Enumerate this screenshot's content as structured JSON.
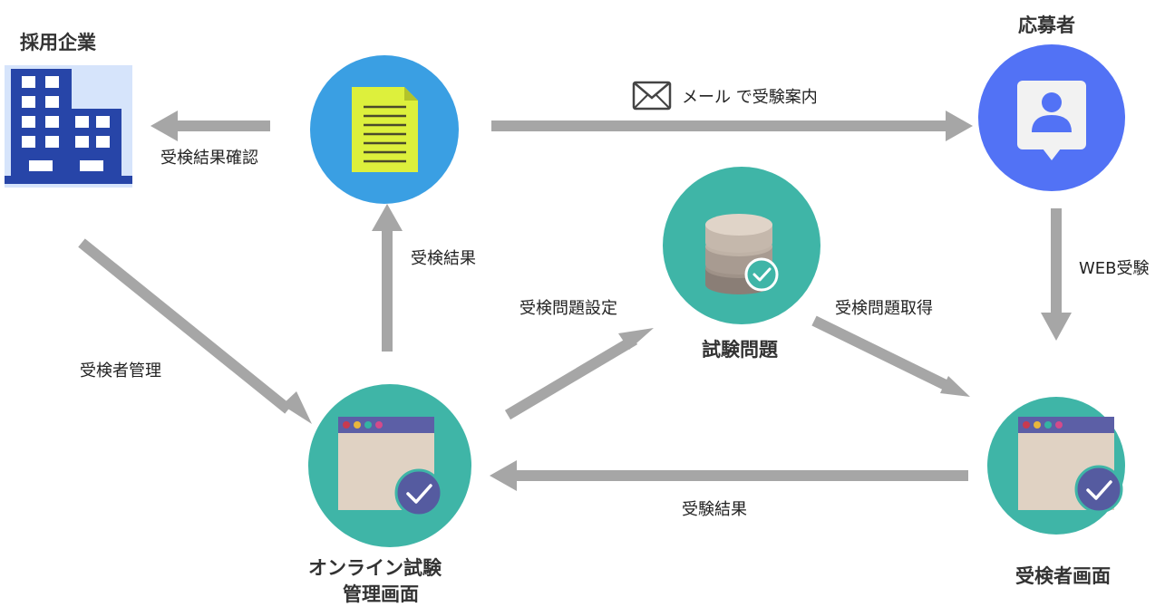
{
  "nodes": {
    "company_title": "採用企業",
    "applicant_title": "応募者",
    "exam_problems_title": "試験問題",
    "admin_title_line1": "オンライン試験",
    "admin_title_line2": "管理画面",
    "examinee_title": "受検者画面"
  },
  "labels": {
    "check_results": "受検結果確認",
    "mail_guide": "メール で受験案内",
    "web_exam": "WEB受験",
    "exam_result_up": "受検結果",
    "set_problems": "受検問題設定",
    "get_problems": "受検問題取得",
    "manage_examinees": "受検者管理",
    "exam_result_back": "受験結果"
  },
  "icons": {
    "company": "office-building-icon",
    "report": "document-icon",
    "applicant": "user-profile-icon",
    "database": "database-check-icon",
    "admin": "browser-window-check-icon",
    "examinee": "browser-window-check-icon",
    "mail": "envelope-icon"
  },
  "colors": {
    "arrow": "#a6a6a6",
    "teal": "#3fb5a7",
    "blue_circle": "#3a9fe3",
    "applicant_circle": "#5272f5",
    "building": "#2745a8",
    "building_bg": "#d6e4fb",
    "document": "#ddf03c",
    "window_bar": "#5c5fa6",
    "window_body": "#e0d2c3",
    "check_badge": "#555ba0"
  }
}
